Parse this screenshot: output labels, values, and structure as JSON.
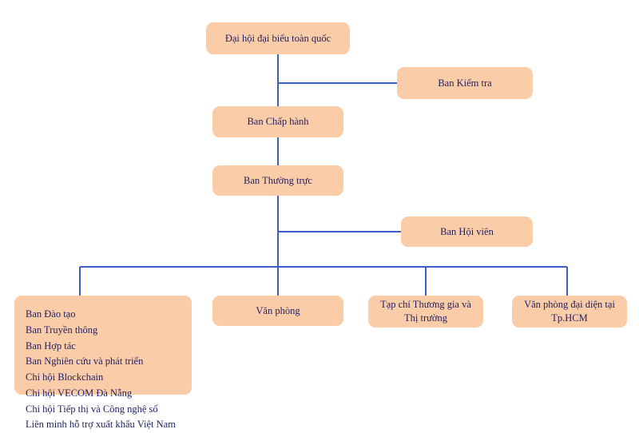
{
  "diagram": {
    "type": "organizational-chart",
    "title_text": "",
    "colors": {
      "node_fill": "#fbcca8",
      "text": "#1f1f63",
      "connector": "#3a5fcd",
      "background": "#ffffff"
    },
    "nodes": {
      "congress": {
        "label": "Đại hội đại biểu toàn quốc"
      },
      "inspection": {
        "label": "Ban Kiểm tra"
      },
      "executive": {
        "label": "Ban Chấp hành"
      },
      "standing": {
        "label": "Ban Thường trực"
      },
      "members": {
        "label": "Ban Hội viên"
      },
      "departments": {
        "label": "Ban Đào tạo\nBan Truyền thông\nBan Hợp tác\nBan Nghiên cứu và phát triển\nChi hội Blockchain\nChi hội VECOM Đà Nẵng\nChi hội Tiếp thị và Công nghệ số\nLiên minh hỗ trợ xuất khẩu Việt Nam"
      },
      "office": {
        "label": "Văn phòng"
      },
      "magazine": {
        "label": "Tạp chí Thương gia và\nThị trường"
      },
      "hcm_office": {
        "label": "Văn phòng đại diện tại\nTp.HCM"
      }
    },
    "department_items": [
      "Ban Đào tạo",
      "Ban Truyền thông",
      "Ban Hợp tác",
      "Ban Nghiên cứu và phát triển",
      "Chi hội Blockchain",
      "Chi hội VECOM Đà Nẵng",
      "Chi hội Tiếp thị và Công nghệ số",
      "Liên minh hỗ trợ xuất khẩu Việt Nam"
    ],
    "edges": [
      {
        "from": "congress",
        "to": "executive"
      },
      {
        "from": "congress",
        "to": "inspection"
      },
      {
        "from": "executive",
        "to": "standing"
      },
      {
        "from": "standing",
        "to": "members"
      },
      {
        "from": "standing",
        "to": "departments"
      },
      {
        "from": "standing",
        "to": "office"
      },
      {
        "from": "standing",
        "to": "magazine"
      },
      {
        "from": "standing",
        "to": "hcm_office"
      }
    ]
  }
}
